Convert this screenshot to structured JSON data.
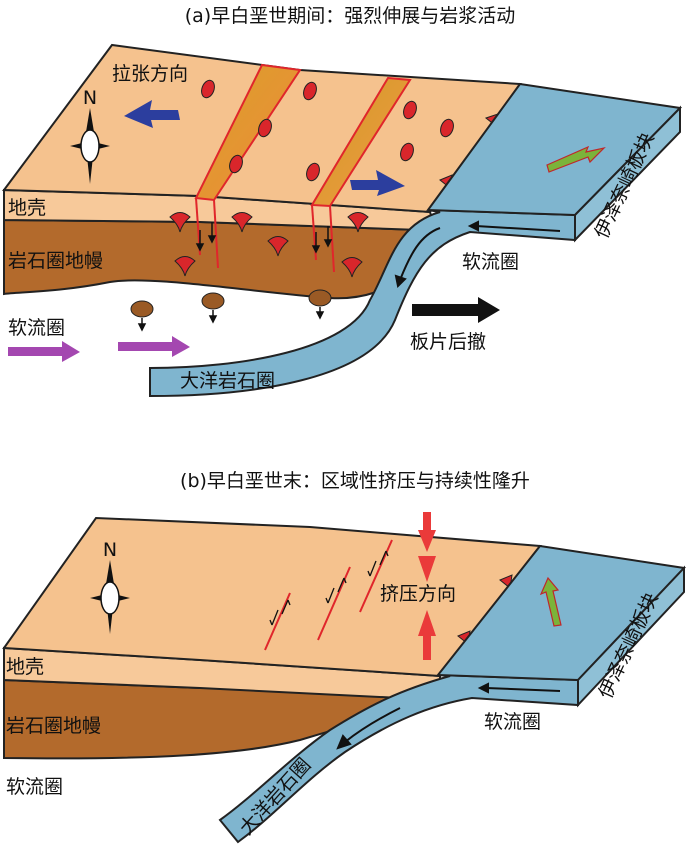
{
  "panel_a": {
    "title": "(a)早白垩世期间：强烈伸展与岩浆活动",
    "labels": {
      "extension_direction": "拉张方向",
      "north": "N",
      "crust": "地壳",
      "lithospheric_mantle": "岩石圈地幔",
      "asthenosphere_left": "软流圈",
      "asthenosphere_right": "软流圈",
      "slab_rollback": "板片后撤",
      "oceanic_lithosphere": "大洋岩石圈",
      "izanagi_plate": "伊泽奈崎板块"
    }
  },
  "panel_b": {
    "title": "(b)早白垩世末：区域性挤压与持续性隆升",
    "labels": {
      "north": "N",
      "compression_direction": "挤压方向",
      "crust": "地壳",
      "lithospheric_mantle": "岩石圈地幔",
      "asthenosphere_left": "软流圈",
      "asthenosphere_right": "软流圈",
      "oceanic_lithosphere": "大洋岩石圈",
      "izanagi_plate": "伊泽奈崎板块"
    }
  },
  "colors": {
    "crust_top": "#f5c28e",
    "crust_side": "#f7c99a",
    "mantle": "#b36a2c",
    "plate": "#7fb5cf",
    "plate_side": "#8fc0d6",
    "graben": "#e39a35",
    "magma_red": "#d9262b",
    "diapir_brown": "#9a5a25",
    "arrow_blue": "#2c3e9e",
    "arrow_purple": "#a447b0",
    "arrow_green": "#7bb33a",
    "arrow_red": "#ea3a3a",
    "fault_red": "#e0262b"
  }
}
